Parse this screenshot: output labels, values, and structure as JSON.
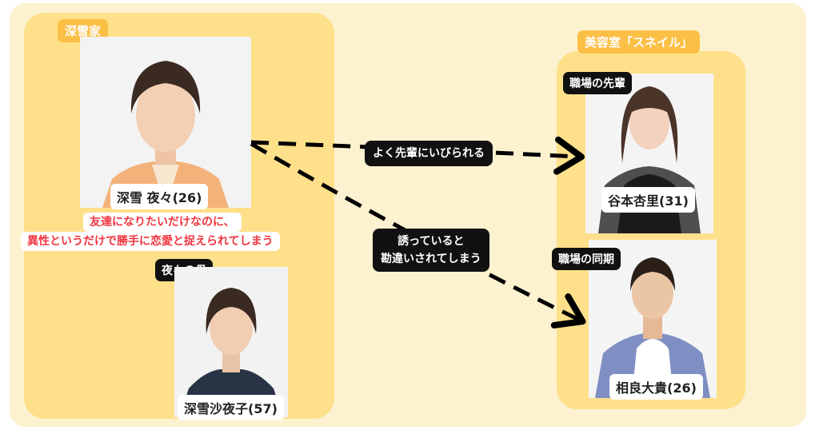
{
  "groups": {
    "family": {
      "label": "深雪家"
    },
    "salon": {
      "label": "美容室「スネイル」"
    }
  },
  "people": {
    "protagonist": {
      "name": "深雪 夜々(26)",
      "note_line1": "友達になりたいだけなのに、",
      "note_line2": "異性というだけで勝手に恋愛と捉えられてしまう"
    },
    "mother": {
      "role": "夜々の母",
      "name": "深雪沙夜子(57)"
    },
    "senior": {
      "role": "職場の先輩",
      "name": "谷本杏里(31)"
    },
    "peer": {
      "role": "職場の同期",
      "name": "相良大貴(26)"
    }
  },
  "relations": {
    "bullied": {
      "label": "よく先輩にいびられる"
    },
    "misunderstood": {
      "line1": "誘っていると",
      "line2": "勘違いされてしまう"
    }
  },
  "colors": {
    "background": "#fdf2cf",
    "group_fill": "#ffe08a",
    "group_tag": "#fbbf46",
    "note_text": "#f0343f",
    "label_bg": "#111111"
  }
}
